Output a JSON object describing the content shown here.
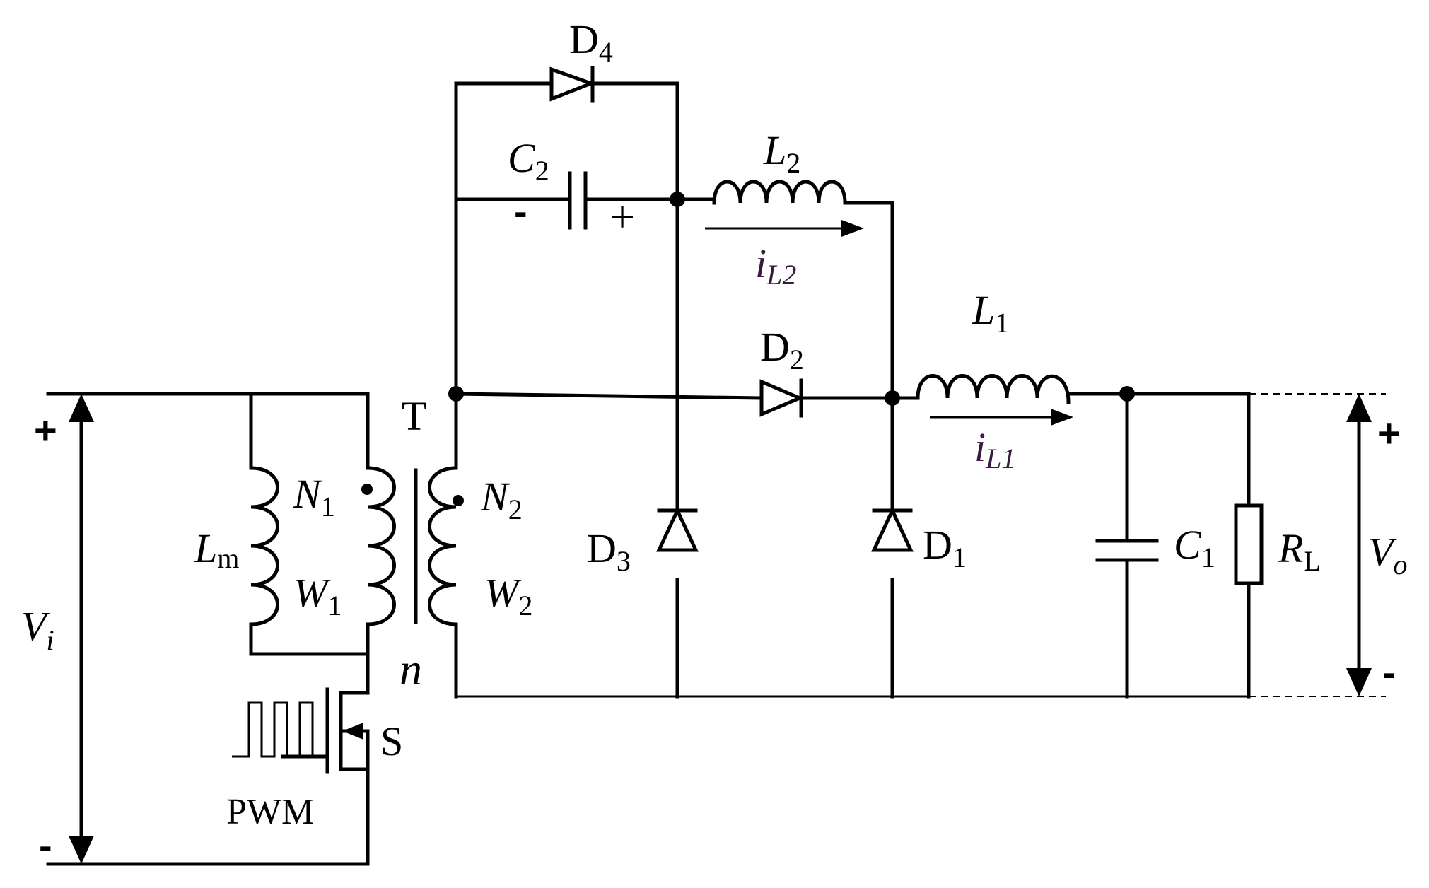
{
  "labels": {
    "D4": {
      "main": "D",
      "sub": "4"
    },
    "C2": {
      "main": "C",
      "sub": "2"
    },
    "C2_minus": "-",
    "C2_plus": "+",
    "L2": {
      "main": "L",
      "sub": "2"
    },
    "iL2": {
      "main": "i",
      "sub": "L2"
    },
    "D2": {
      "main": "D",
      "sub": "2"
    },
    "L1": {
      "main": "L",
      "sub": "1"
    },
    "iL1": {
      "main": "i",
      "sub": "L1"
    },
    "T": "T",
    "N1": {
      "main": "N",
      "sub": "1"
    },
    "N2": {
      "main": "N",
      "sub": "2"
    },
    "W1": {
      "main": "W",
      "sub": "1"
    },
    "W2": {
      "main": "W",
      "sub": "2"
    },
    "Lm": {
      "main": "L",
      "sub": "m"
    },
    "n": "n",
    "Vi": {
      "main": "V",
      "sub": "i"
    },
    "Vi_plus": "+",
    "Vi_minus": "-",
    "D3": {
      "main": "D",
      "sub": "3"
    },
    "D1": {
      "main": "D",
      "sub": "1"
    },
    "C1": {
      "main": "C",
      "sub": "1"
    },
    "RL": {
      "main": "R",
      "sub": "L"
    },
    "Vo": {
      "main": "V",
      "sub": "o"
    },
    "Vo_plus": "+",
    "Vo_minus": "-",
    "S": "S",
    "PWM": "PWM"
  },
  "colors": {
    "wire": "#000000",
    "current_label": "#3a1a40",
    "background": "#ffffff"
  }
}
